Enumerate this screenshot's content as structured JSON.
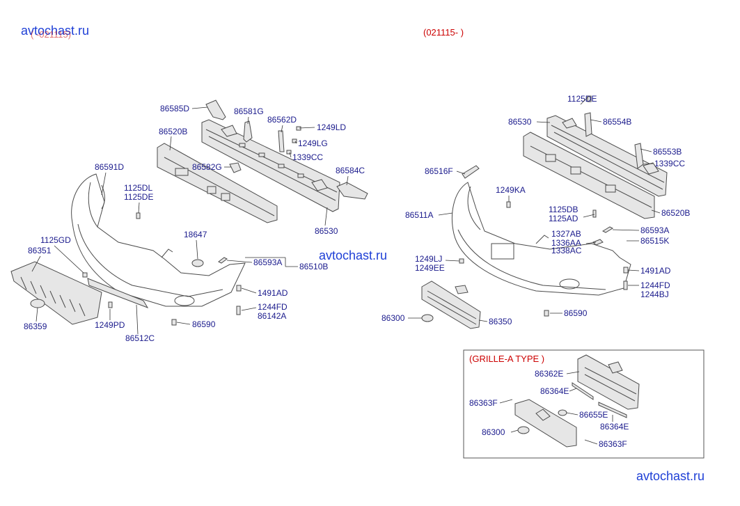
{
  "watermarks": [
    "avtochast.ru",
    "avtochast.ru",
    "avtochast.ru"
  ],
  "period_left": "( -021115)",
  "period_right": "(021115- )",
  "grille_box_title": "(GRILLE-A TYPE )",
  "left_parts": {
    "p86585D": "86585D",
    "p86581G": "86581G",
    "p86562D": "86562D",
    "p1249LD": "1249LD",
    "p1249LG": "1249LG",
    "p1339CC": "1339CC",
    "p86520B": "86520B",
    "p86582G": "86582G",
    "p86584C": "86584C",
    "p86591D": "86591D",
    "p1125DL": "1125DL",
    "p1125DE": "1125DE",
    "p86530": "86530",
    "p18647": "18647",
    "p1125GD": "1125GD",
    "p86351": "86351",
    "p86593A": "86593A",
    "p86510B": "86510B",
    "p1491AD": "1491AD",
    "p1244FD": "1244FD",
    "p86142A": "86142A",
    "p86359": "86359",
    "p1249PD": "1249PD",
    "p86512C": "86512C",
    "p86590": "86590"
  },
  "right_parts": {
    "p1125DE": "1125DE",
    "p86530": "86530",
    "p86554B": "86554B",
    "p86553B": "86553B",
    "p1339CC": "1339CC",
    "p86516F": "86516F",
    "p1249KA": "1249KA",
    "p86520B": "86520B",
    "p86511A": "86511A",
    "p1125DB": "1125DB",
    "p1125AD": "1125AD",
    "p86593A": "86593A",
    "p1327AB": "1327AB",
    "p1336AA": "1336AA",
    "p1338AC": "1338AC",
    "p86515K": "86515K",
    "p1249LJ": "1249LJ",
    "p1249EE": "1249EE",
    "p1491AD": "1491AD",
    "p1244FD": "1244FD",
    "p1244BJ": "1244BJ",
    "p86590": "86590",
    "p86300": "86300",
    "p86350": "86350"
  },
  "grille_parts": {
    "p86362E": "86362E",
    "p86364E_a": "86364E",
    "p86363F_a": "86363F",
    "p86655E": "86655E",
    "p86364E_b": "86364E",
    "p86300": "86300",
    "p86363F_b": "86363F"
  }
}
